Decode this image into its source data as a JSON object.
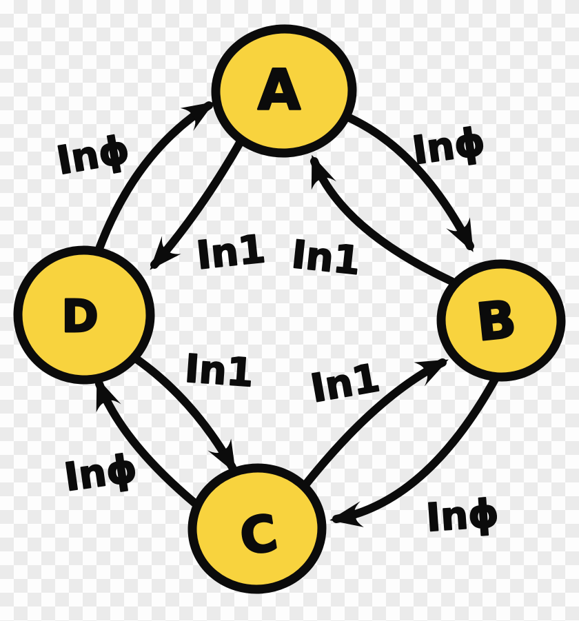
{
  "diagram": {
    "type": "state-machine",
    "style": "hand-drawn",
    "nodes": [
      {
        "id": "A",
        "label": "A"
      },
      {
        "id": "B",
        "label": "B"
      },
      {
        "id": "C",
        "label": "C"
      },
      {
        "id": "D",
        "label": "D"
      }
    ],
    "edges": [
      {
        "from": "D",
        "to": "A",
        "label": "Inϕ"
      },
      {
        "from": "A",
        "to": "D",
        "label": "In1"
      },
      {
        "from": "A",
        "to": "B",
        "label": "Inϕ"
      },
      {
        "from": "B",
        "to": "A",
        "label": "In1"
      },
      {
        "from": "D",
        "to": "C",
        "label": "In1"
      },
      {
        "from": "C",
        "to": "D",
        "label": "Inϕ"
      },
      {
        "from": "C",
        "to": "B",
        "label": "In1"
      },
      {
        "from": "B",
        "to": "C",
        "label": "Inϕ"
      }
    ],
    "colors": {
      "node_fill": "#F8D33E",
      "ink": "#0B0B0B",
      "checker_light": "#FDFDFD",
      "checker_gray": "#EBEBEB"
    }
  }
}
